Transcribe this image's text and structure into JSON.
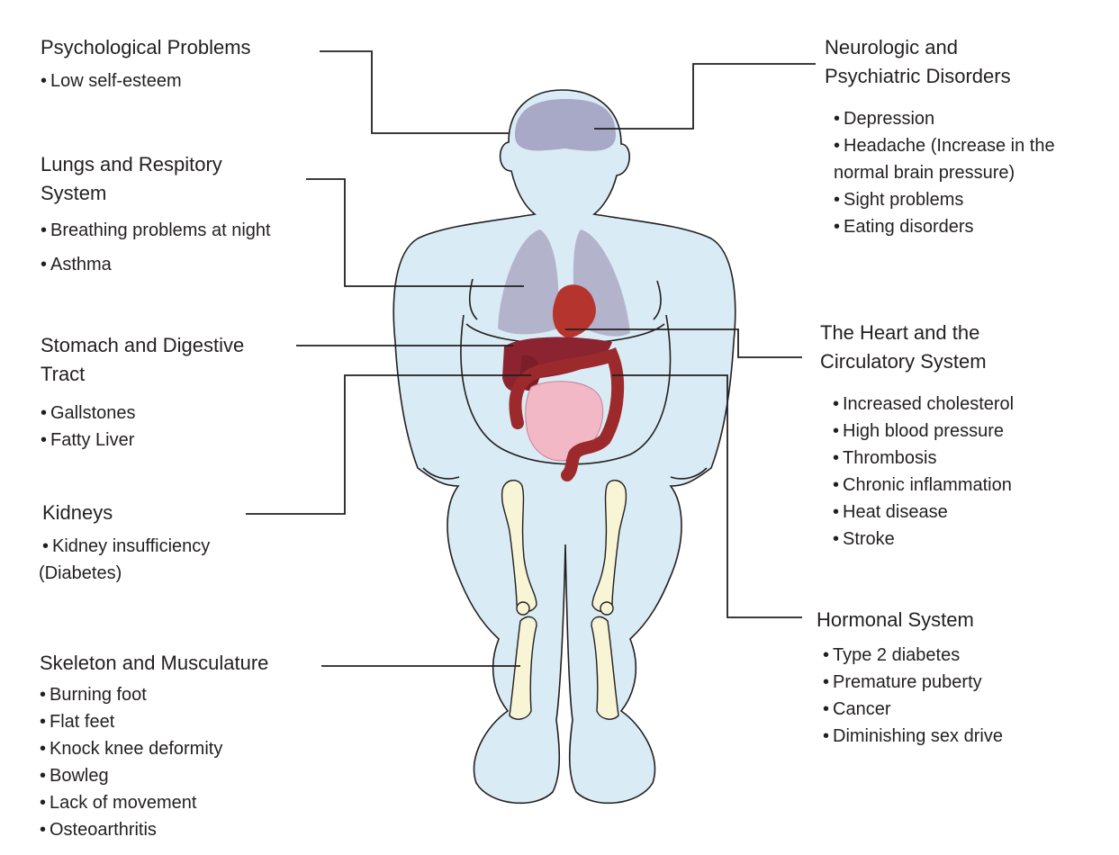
{
  "colors": {
    "body_fill": "#d9ebf4",
    "outline": "#231f20",
    "brain": "#a7a9c6",
    "lungs": "#b3b4cc",
    "heart": "#b5352e",
    "liver": "#8c2330",
    "colon": "#9c2a2c",
    "intestine": "#f2b8c6",
    "bone": "#f8f4d6",
    "leader_line": "#231f20"
  },
  "groups": [
    {
      "id": "psychological",
      "title_lines": [
        "Psychological Problems"
      ],
      "items": [
        "Low self-esteem"
      ]
    },
    {
      "id": "lungs",
      "title_lines": [
        "Lungs and Respitory",
        "System"
      ],
      "items": [
        "Breathing problems at night",
        "Asthma"
      ]
    },
    {
      "id": "stomach",
      "title_lines": [
        "Stomach and Digestive",
        "Tract"
      ],
      "items": [
        "Gallstones",
        "Fatty Liver"
      ]
    },
    {
      "id": "kidneys",
      "title_lines": [
        "Kidneys"
      ],
      "items": [
        "Kidney insufficiency",
        "(Diabetes)"
      ]
    },
    {
      "id": "skeleton",
      "title_lines": [
        "Skeleton and Musculature"
      ],
      "items": [
        "Burning foot",
        "Flat feet",
        "Knock knee deformity",
        "Bowleg",
        "Lack of movement",
        "Osteoarthritis"
      ]
    },
    {
      "id": "neuro",
      "title_lines": [
        "Neurologic and",
        "Psychiatric Disorders"
      ],
      "items": [
        "Depression",
        "Headache (Increase in the",
        "normal brain pressure)",
        "Sight problems",
        "Eating disorders"
      ]
    },
    {
      "id": "heart",
      "title_lines": [
        "The Heart and the",
        "Circulatory System"
      ],
      "items": [
        "Increased cholesterol",
        "High blood pressure",
        "Thrombosis",
        "Chronic inflammation",
        "Heat disease",
        "Stroke"
      ]
    },
    {
      "id": "hormonal",
      "title_lines": [
        "Hormonal System"
      ],
      "items": [
        "Type 2 diabetes",
        "Premature puberty",
        "Cancer",
        "Diminishing sex drive"
      ]
    }
  ]
}
